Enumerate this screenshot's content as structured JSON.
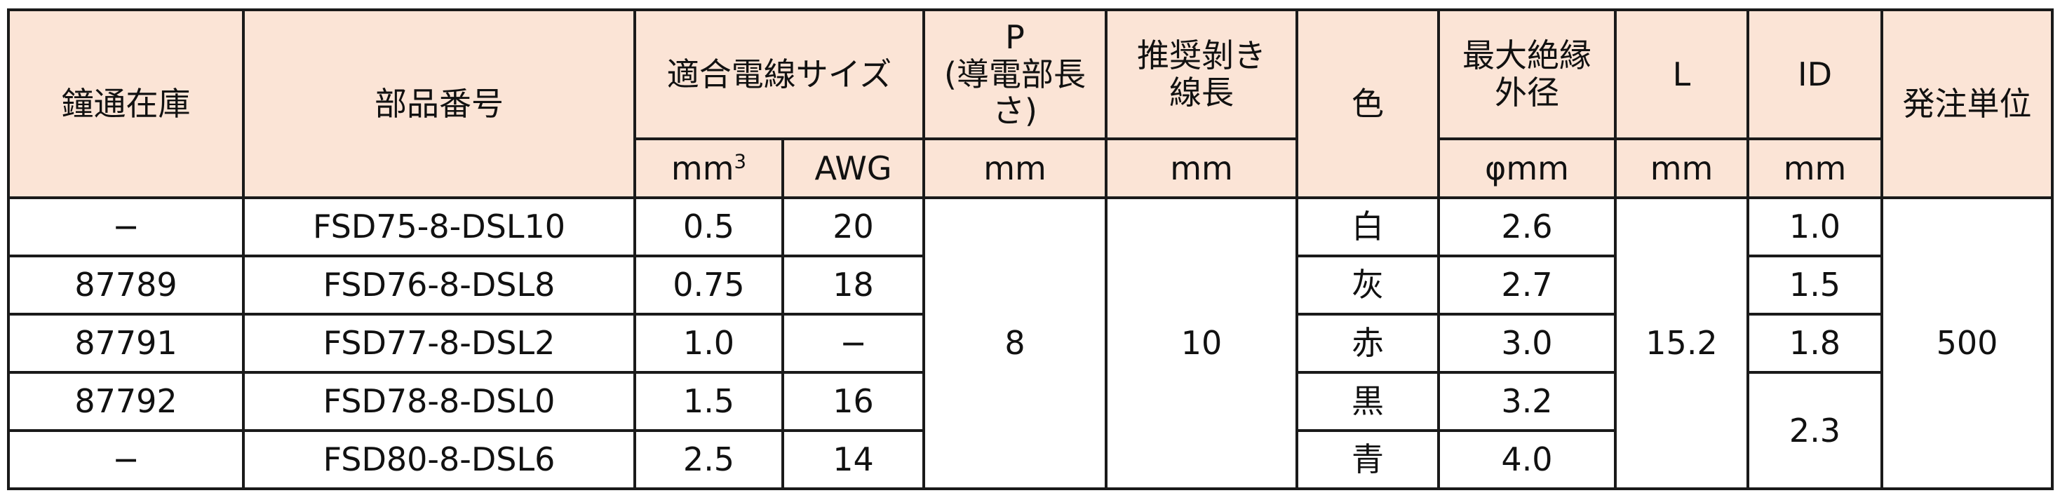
{
  "header": {
    "stock": "鐘通在庫",
    "part_no": "部品番号",
    "wire_size": "適合電線サイズ",
    "p_line1": "P",
    "p_line2": "(導電部長",
    "p_line3": "さ)",
    "strip_line1": "推奨剝き",
    "strip_line2": "線長",
    "color": "色",
    "max_od_line1": "最大絶縁",
    "max_od_line2": "外径",
    "l": "L",
    "id": "ID",
    "order_unit": "発注単位"
  },
  "units": {
    "mm_base": "mm",
    "mm_sup": "3",
    "awg": "AWG",
    "p": "mm",
    "strip": "mm",
    "od": "φmm",
    "l": "mm",
    "id": "mm"
  },
  "rows": [
    {
      "stock": "−",
      "part": "FSD75-8-DSL10",
      "mm2": "0.5",
      "awg": "20",
      "color": "白",
      "od": "2.6"
    },
    {
      "stock": "87789",
      "part": "FSD76-8-DSL8",
      "mm2": "0.75",
      "awg": "18",
      "color": "灰",
      "od": "2.7"
    },
    {
      "stock": "87791",
      "part": "FSD77-8-DSL2",
      "mm2": "1.0",
      "awg": "−",
      "color": "赤",
      "od": "3.0"
    },
    {
      "stock": "87792",
      "part": "FSD78-8-DSL0",
      "mm2": "1.5",
      "awg": "16",
      "color": "黒",
      "od": "3.2"
    },
    {
      "stock": "−",
      "part": "FSD80-8-DSL6",
      "mm2": "2.5",
      "awg": "14",
      "color": "青",
      "od": "4.0"
    }
  ],
  "merged": {
    "p": "8",
    "strip": "10",
    "l": "15.2",
    "order_unit": "500",
    "id_values": [
      "1.0",
      "1.5",
      "1.8",
      "2.3"
    ]
  }
}
